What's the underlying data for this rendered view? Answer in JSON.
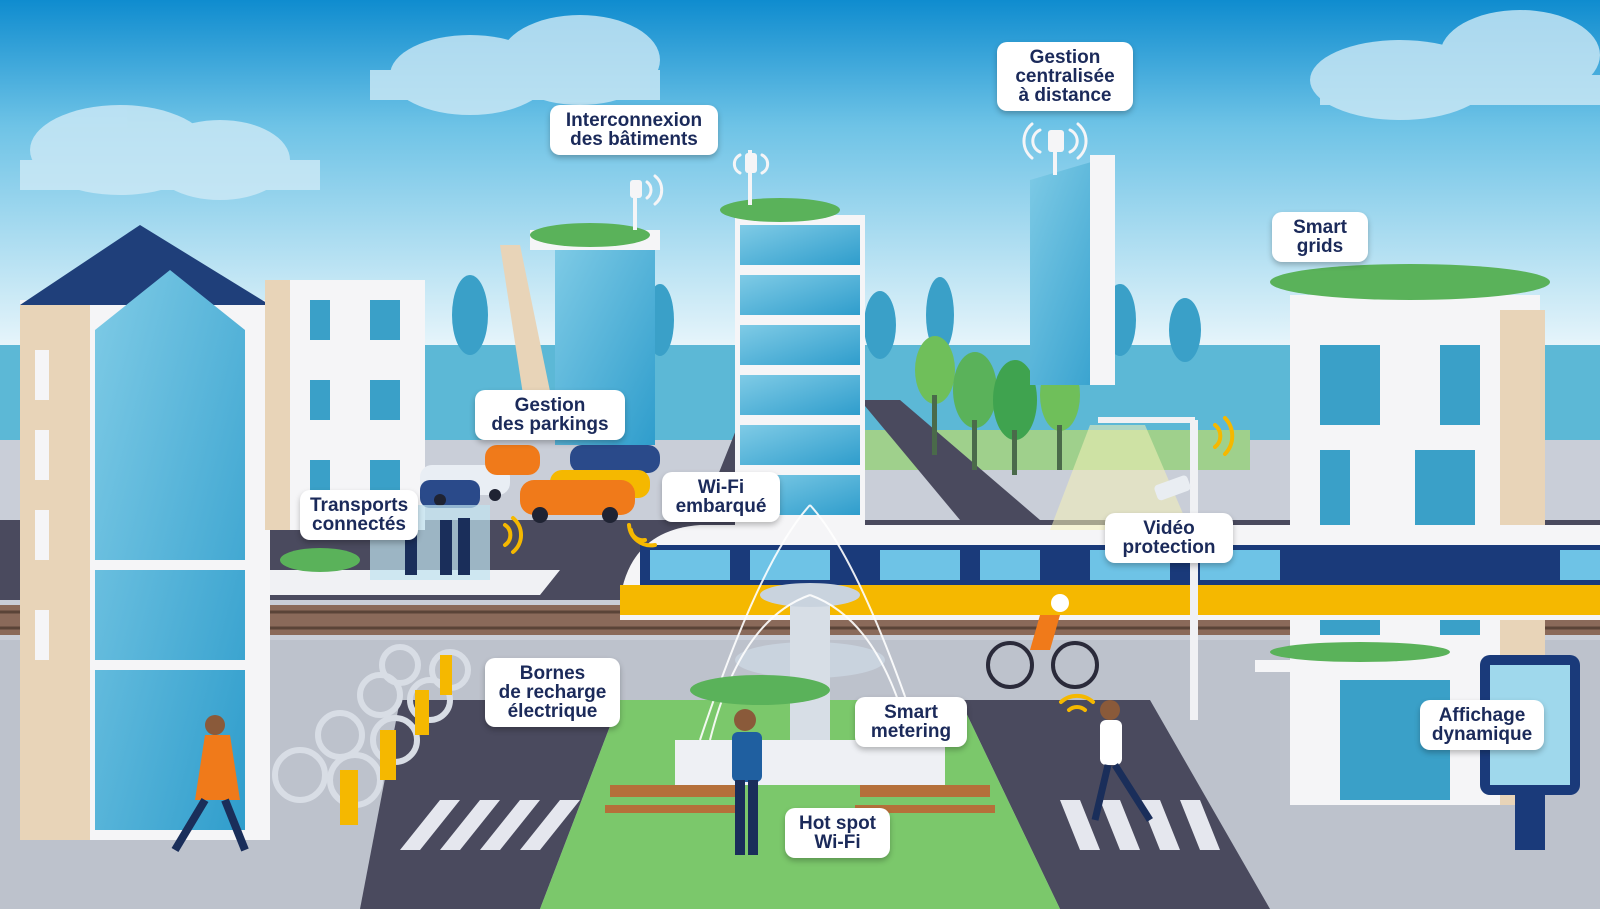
{
  "scene": {
    "title": "Smart city illustration",
    "colors": {
      "sky_top": "#0f8ccf",
      "sky_bottom": "#e8f5fb",
      "sea": "#5cb8d6",
      "road": "#4a4a5e",
      "grass": "#7bc86b",
      "tram_blue": "#1a3a7a",
      "tram_yellow": "#f5b800",
      "label_text": "#1b2a5a"
    }
  },
  "labels": {
    "gestion_centralisee": [
      "Gestion",
      "centralisée",
      "à distance"
    ],
    "interconnexion": [
      "Interconnexion",
      "des bâtiments"
    ],
    "smart_grids": [
      "Smart",
      "grids"
    ],
    "gestion_parkings": [
      "Gestion",
      "des parkings"
    ],
    "transports_connectes": [
      "Transports",
      "connectés"
    ],
    "wifi_embarque": [
      "Wi-Fi",
      "embarqué"
    ],
    "video_protection": [
      "Vidéo",
      "protection"
    ],
    "bornes_recharge": [
      "Bornes",
      "de recharge",
      "électrique"
    ],
    "smart_metering": [
      "Smart",
      "metering"
    ],
    "affichage_dynamique": [
      "Affichage",
      "dynamique"
    ],
    "hot_spot": [
      "Hot spot",
      "Wi-Fi"
    ]
  },
  "icons": [
    "wifi-signal-icon",
    "antenna-icon",
    "camera-icon",
    "streetlight-icon"
  ]
}
